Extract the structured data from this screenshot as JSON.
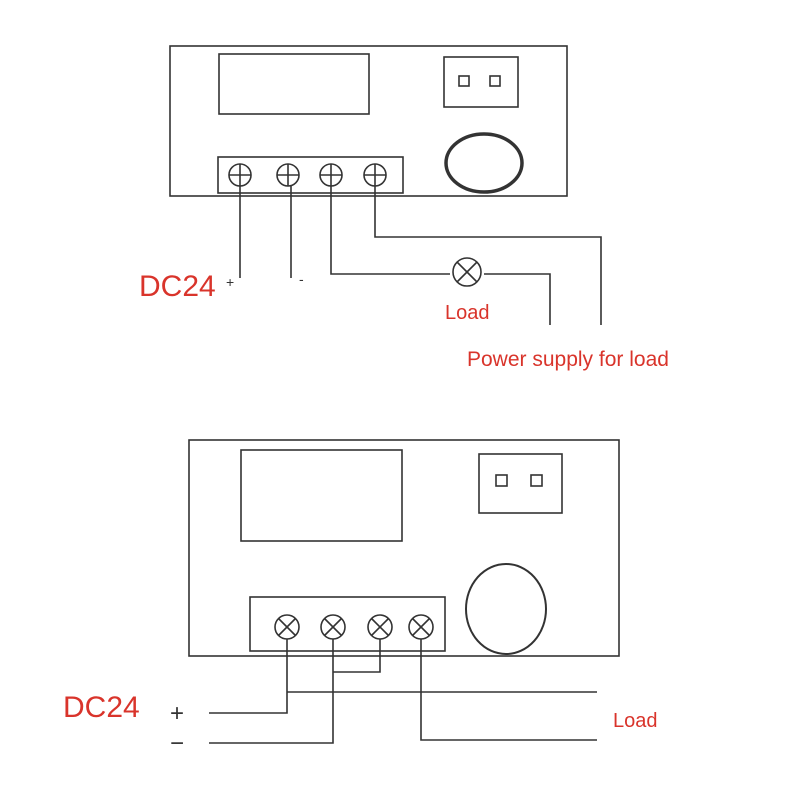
{
  "colors": {
    "line": "#333333",
    "label_red": "#d9342b",
    "background": "#ffffff"
  },
  "diagram_top": {
    "supply_label": "DC24",
    "plus_sign": "+",
    "minus_sign": "-",
    "load_label": "Load",
    "power_supply_label": "Power supply for load",
    "lamp_icon": "lamp-cross-icon",
    "terminal_icon": "screw-terminal-icon"
  },
  "diagram_bottom": {
    "supply_label": "DC24",
    "plus_sign": "+",
    "minus_sign": "−",
    "load_label": "Load",
    "terminal_icon": "screw-terminal-icon"
  }
}
